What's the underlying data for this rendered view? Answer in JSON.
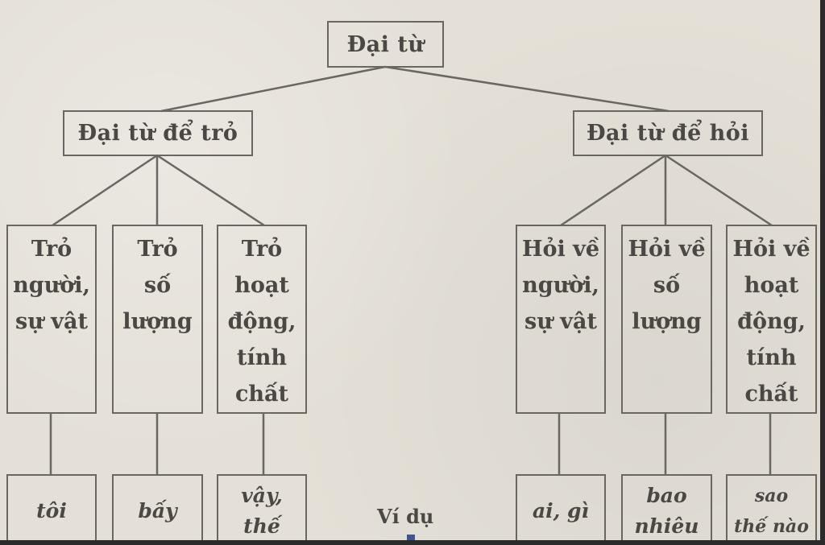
{
  "diagram": {
    "root": {
      "label": "Đại từ"
    },
    "branches": [
      {
        "label": "Đại từ để trỏ",
        "children": [
          {
            "lines": [
              "Trỏ",
              "người,",
              "sự vật"
            ],
            "example": [
              "tôi"
            ]
          },
          {
            "lines": [
              "Trỏ",
              "số",
              "lượng"
            ],
            "example": [
              "bấy"
            ]
          },
          {
            "lines": [
              "Trỏ",
              "hoạt",
              "động,",
              "tính",
              "chất"
            ],
            "example": [
              "vậy,",
              "thế"
            ]
          }
        ]
      },
      {
        "label": "Đại từ để hỏi",
        "children": [
          {
            "lines": [
              "Hỏi về",
              "người,",
              "sự vật"
            ],
            "example": [
              "ai, gì"
            ]
          },
          {
            "lines": [
              "Hỏi về",
              "số",
              "lượng"
            ],
            "example": [
              "bao",
              "nhiêu"
            ]
          },
          {
            "lines": [
              "Hỏi về",
              "hoạt",
              "động,",
              "tính",
              "chất"
            ],
            "example": [
              "sao",
              "thế nào"
            ]
          }
        ]
      }
    ],
    "example_label": "Ví dụ"
  },
  "colors": {
    "paper": "#e4e0d7",
    "ink": "#4a4744",
    "line": "#6a6762",
    "frame": "#2b2b2b",
    "marker": "#3e5597"
  }
}
